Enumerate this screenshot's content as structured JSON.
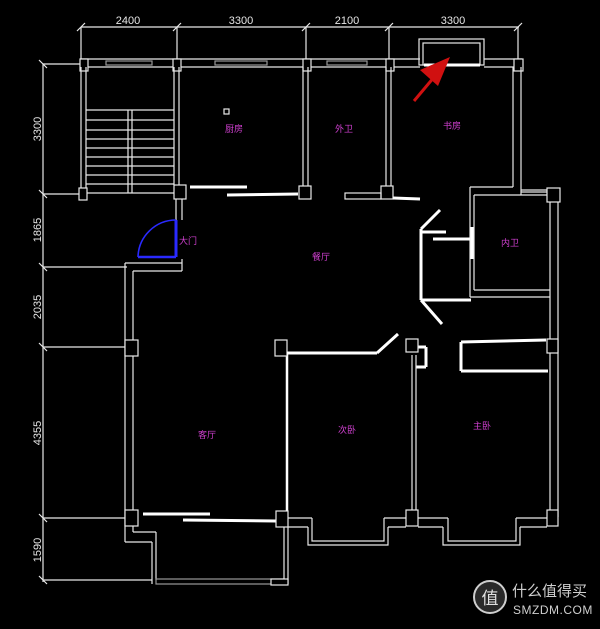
{
  "drawing": {
    "type": "apartment floor plan (CAD)",
    "background": "#000000",
    "line_color": "#e8e8e8",
    "label_color": "#d040d0",
    "door_color": "#2a2aff",
    "arrow_color": "#d01010"
  },
  "dimensions": {
    "top": [
      "2400",
      "3300",
      "2100",
      "3300"
    ],
    "left": [
      "3300",
      "1865",
      "2035",
      "4355",
      "1590"
    ]
  },
  "rooms": {
    "kitchen": "厨房",
    "guest_bath": "外卫",
    "study": "书房",
    "master_bath": "内卫",
    "entrance": "大门",
    "dining": "餐厅",
    "living": "客厅",
    "second_bedroom": "次卧",
    "master_bedroom": "主卧"
  },
  "annotation": {
    "arrow": "red-arrow pointing to study bay window"
  },
  "watermark": {
    "logo_char": "值",
    "name": "什么值得买",
    "site": "SMZDM.COM"
  }
}
